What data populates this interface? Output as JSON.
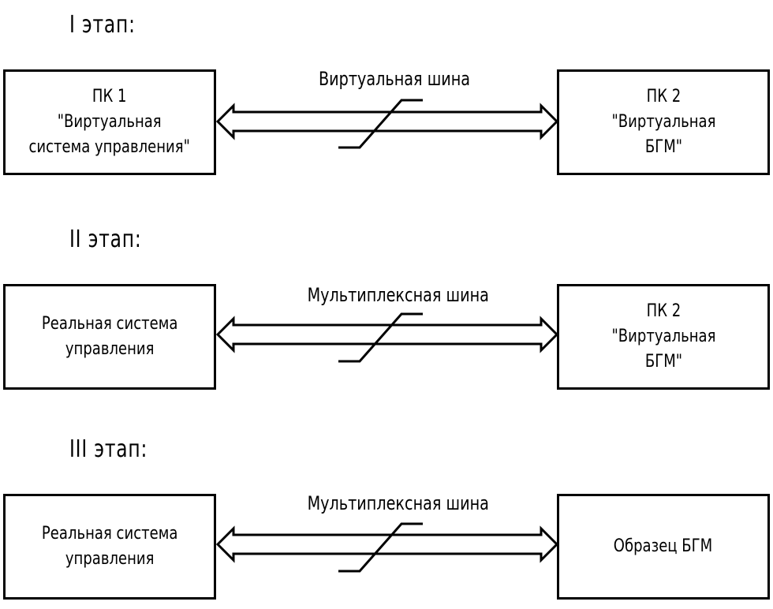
{
  "stages": [
    {
      "title": "I этап:",
      "left_box": [
        "ПК 1",
        "\"Виртуальная",
        "система управления\""
      ],
      "bus_label": "Виртуальная шина",
      "right_box": [
        "ПК 2",
        "\"Виртуальная",
        "БГМ\""
      ]
    },
    {
      "title": "II этап:",
      "left_box": [
        "Реальная система",
        "управления"
      ],
      "bus_label": "Мультиплексная шина",
      "right_box": [
        "ПК 2",
        "\"Виртуальная",
        "БГМ\""
      ]
    },
    {
      "title": "III этап:",
      "left_box": [
        "Реальная система",
        "управления"
      ],
      "bus_label": "Мультиплексная шина",
      "right_box": [
        "Образец БГМ"
      ]
    }
  ]
}
